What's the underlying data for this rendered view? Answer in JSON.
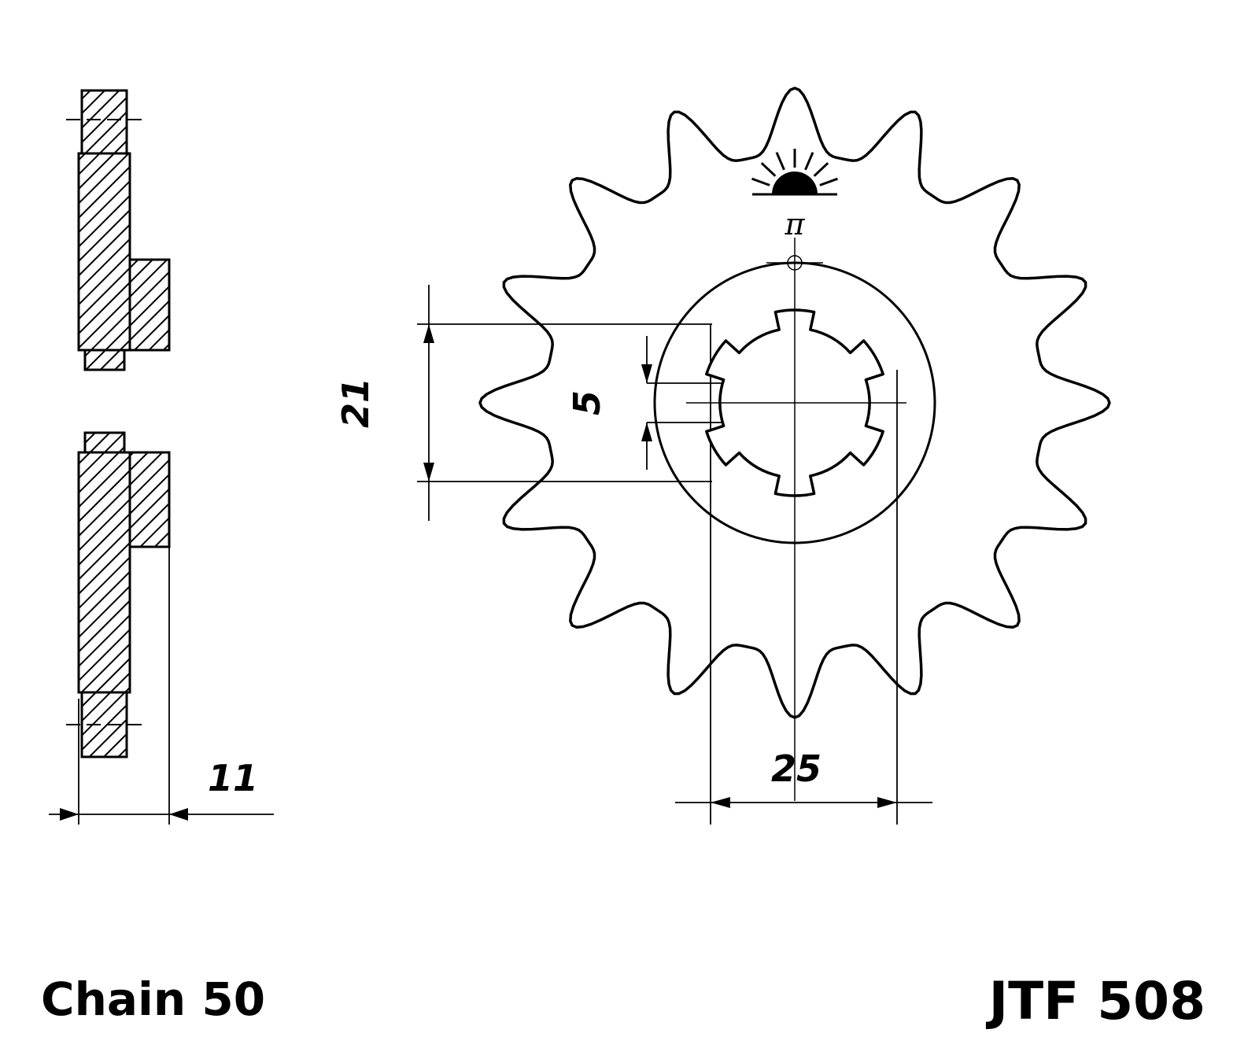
{
  "drawing": {
    "part_number": "JTF 508",
    "chain_label": "Chain 50",
    "surface_symbol": "π",
    "dimensions": {
      "spline_od": "21",
      "groove_width": "5",
      "hub_diameter": "25",
      "overall_width": "11"
    },
    "colors": {
      "line": "#000000",
      "background": "#ffffff"
    }
  }
}
